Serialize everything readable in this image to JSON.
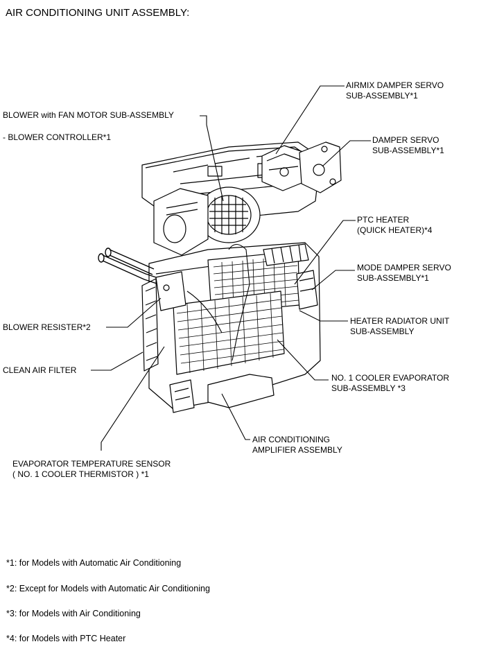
{
  "title": "AIR CONDITIONING UNIT ASSEMBLY:",
  "labels": {
    "airmix_damper_servo": [
      "AIRMIX DAMPER SERVO",
      "SUB-ASSEMBLY*1"
    ],
    "blower_fan_motor": "BLOWER  with FAN MOTOR SUB-ASSEMBLY",
    "blower_controller": "- BLOWER CONTROLLER*1",
    "damper_servo": [
      "DAMPER SERVO",
      "SUB-ASSEMBLY*1"
    ],
    "ptc_heater": [
      "PTC HEATER",
      "(QUICK HEATER)*4"
    ],
    "mode_damper_servo": [
      "MODE DAMPER SERVO",
      "SUB-ASSEMBLY*1"
    ],
    "blower_resister": "BLOWER RESISTER*2",
    "heater_radiator": [
      "HEATER RADIATOR UNIT",
      "SUB-ASSEMBLY"
    ],
    "clean_air_filter": "CLEAN AIR FILTER",
    "cooler_evaporator": [
      "NO. 1 COOLER EVAPORATOR",
      "SUB-ASSEMBLY *3"
    ],
    "ac_amplifier": [
      "AIR CONDITIONING",
      "AMPLIFIER ASSEMBLY"
    ],
    "evaporator_sensor": [
      "EVAPORATOR TEMPERATURE SENSOR",
      "( NO. 1 COOLER THERMISTOR ) *1"
    ]
  },
  "footnotes": [
    "*1: for Models with Automatic Air Conditioning",
    "*2: Except for Models with Automatic Air Conditioning",
    "*3: for Models with Air Conditioning",
    "*4: for Models with PTC Heater"
  ]
}
